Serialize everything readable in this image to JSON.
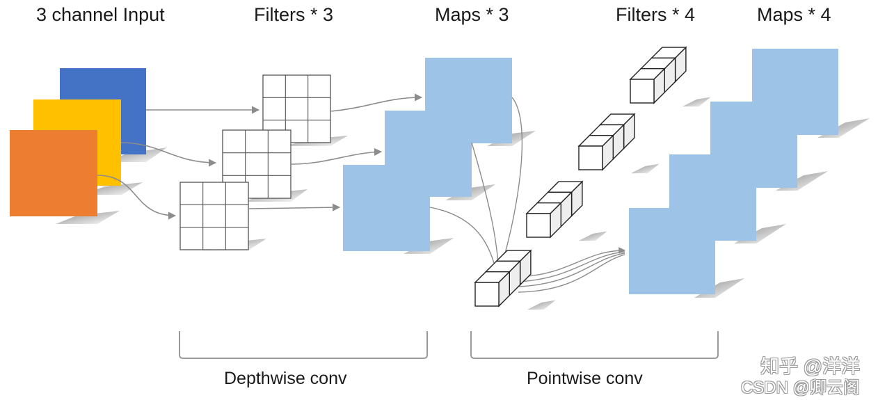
{
  "headers": {
    "input": "3 channel Input",
    "filters3": "Filters * 3",
    "maps3": "Maps * 3",
    "filters4": "Filters * 4",
    "maps4": "Maps * 4"
  },
  "sections": {
    "depthwise": "Depthwise conv",
    "pointwise": "Pointwise conv"
  },
  "watermarks": {
    "line1": "知乎 @洋洋",
    "line2": "CSDN @卿云阁"
  },
  "colors": {
    "channel_blue": "#4472c4",
    "channel_yellow": "#ffc000",
    "channel_orange": "#ed7d31",
    "feature_map": "#9dc3e6",
    "arrow": "#8c8c8c",
    "grid_line": "#555555"
  }
}
